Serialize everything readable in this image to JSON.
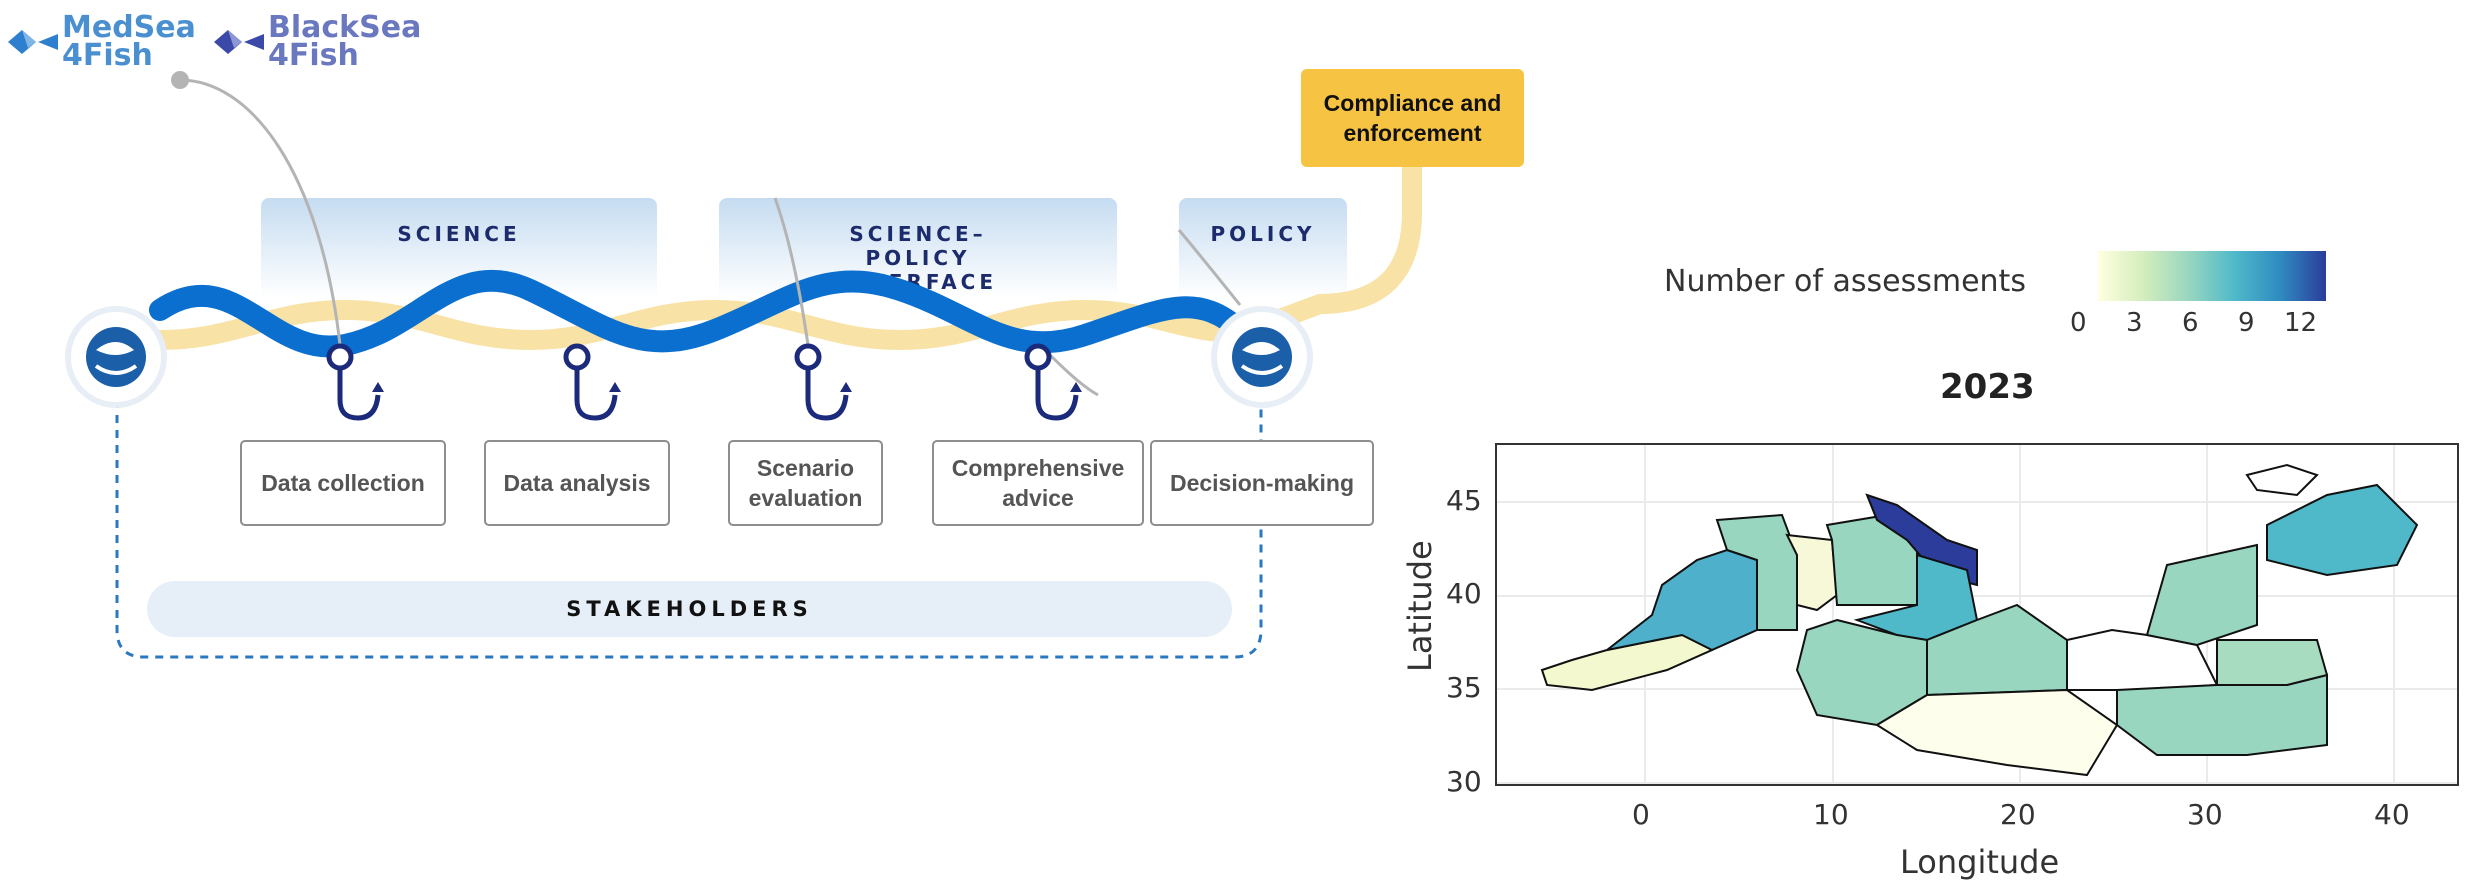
{
  "logos": [
    {
      "line1": "MedSea",
      "line2": "4Fish",
      "color": "#4a90d0"
    },
    {
      "line1": "BlackSea",
      "line2": "4Fish",
      "color": "#6a78c0"
    }
  ],
  "bands": [
    {
      "label": "SCIENCE"
    },
    {
      "label": "SCIENCE–POLICY INTERFACE"
    },
    {
      "label": "POLICY"
    }
  ],
  "compliance": "Compliance and enforcement",
  "steps": [
    "Data collection",
    "Data analysis",
    "Scenario evaluation",
    "Comprehensive advice",
    "Decision-making"
  ],
  "stakeholders": "STAKEHOLDERS",
  "icons": {
    "fish_badge": "fish-circle-icon",
    "hook": "fish-hook-icon"
  },
  "colors": {
    "rope_blue": "#0b6fcf",
    "rope_cream": "#f8e2a6",
    "hook": "#1b2a7a",
    "compliance": "#f6c343",
    "dashed": "#2a78c2"
  },
  "map": {
    "legend_title": "Number of assessments",
    "legend_ticks": [
      "0",
      "3",
      "6",
      "9",
      "12"
    ],
    "colorscale": [
      "#ffffe0",
      "#d4edbc",
      "#98d6c0",
      "#4fb9c9",
      "#2f8bc0",
      "#2b3c9a"
    ],
    "title": "2023",
    "xlabel": "Longitude",
    "ylabel": "Latitude",
    "x_ticks": [
      "0",
      "10",
      "20",
      "30",
      "40"
    ],
    "y_ticks": [
      "45",
      "40",
      "35",
      "30"
    ]
  }
}
